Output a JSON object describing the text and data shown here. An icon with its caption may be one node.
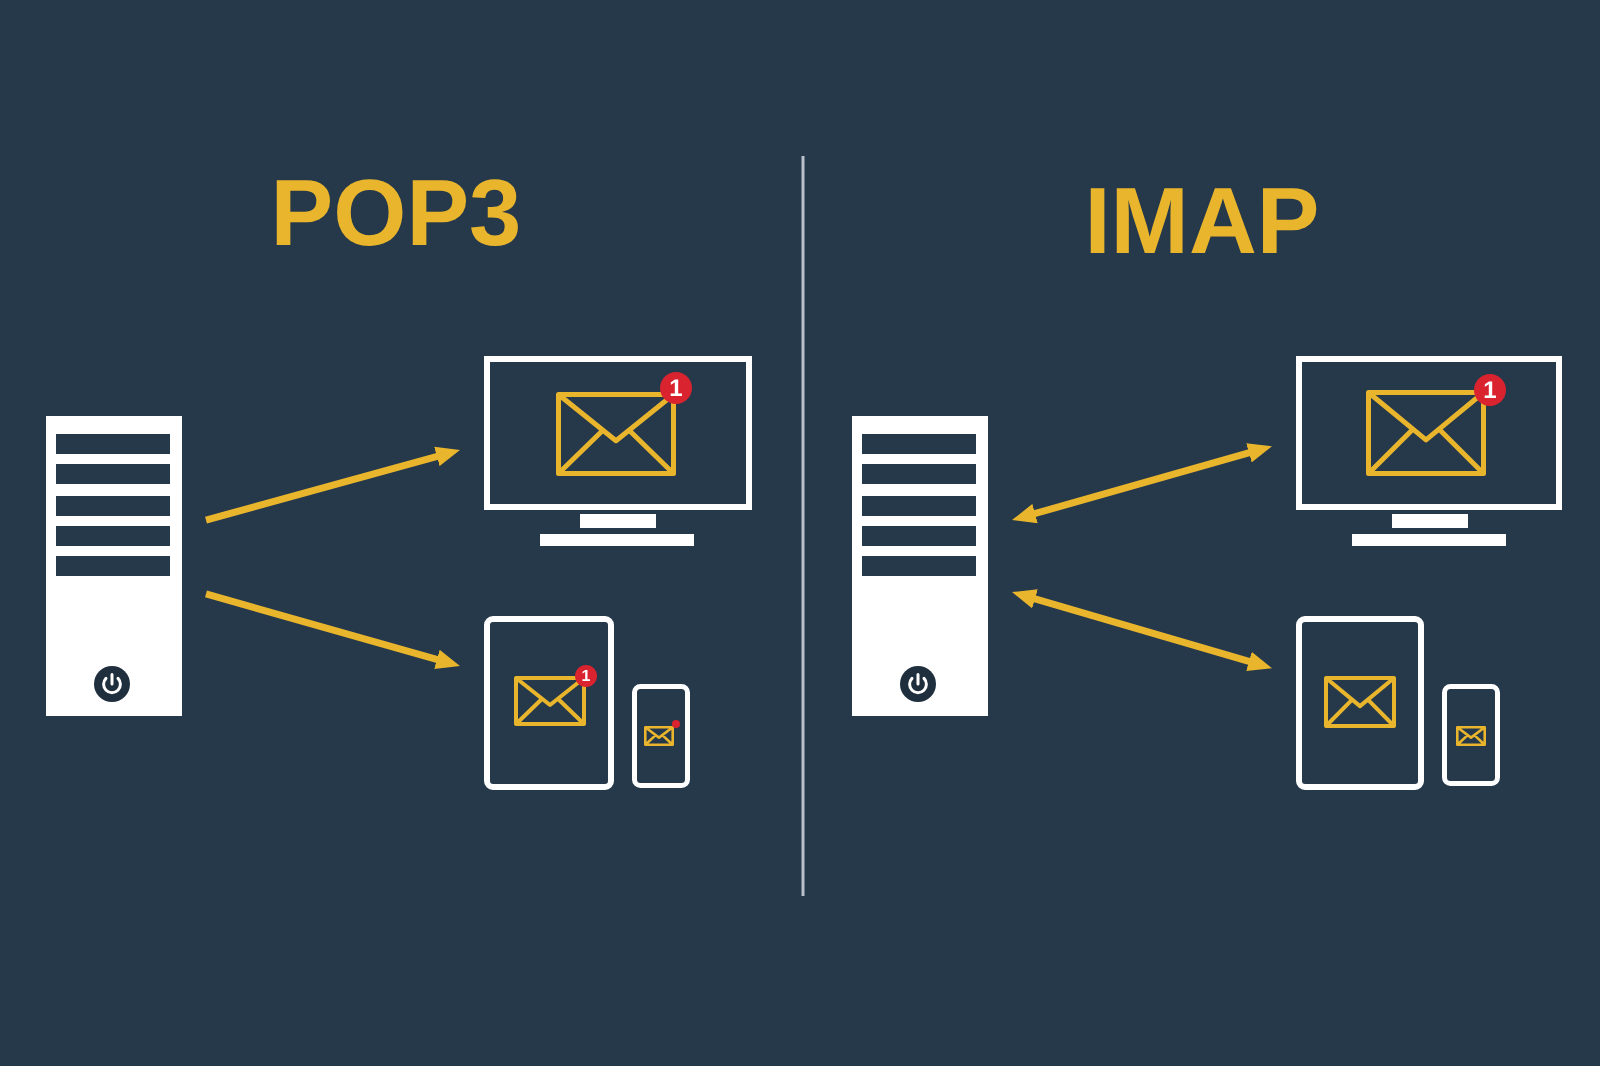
{
  "diagram": {
    "nodes": [
      {
        "text": [],
        "shape": "picture"
      },
      {
        "text": [],
        "shape": "picture"
      },
      {
        "text": [],
        "shape": "picture"
      },
      {
        "text": [],
        "shape": "picture"
      },
      {
        "text": [],
        "shape": "picture"
      },
      {
        "text": [],
        "shape": "picture"
      },
      {
        "text": [],
        "shape": "picture"
      },
      {
        "text": [],
        "shape": "picture"
      }
    ],
    "edges": [
      {
        "from": 0,
        "to": 1,
        "arrow": "to"
      },
      {
        "from": 0,
        "to": 2,
        "arrow": "to"
      },
      {
        "from": 4,
        "to": 5,
        "arrow": "both"
      },
      {
        "from": 4,
        "to": 6,
        "arrow": "both"
      }
    ],
    "labels": [
      "POP3",
      "IMAP",
      "1",
      "1",
      "1"
    ]
  }
}
